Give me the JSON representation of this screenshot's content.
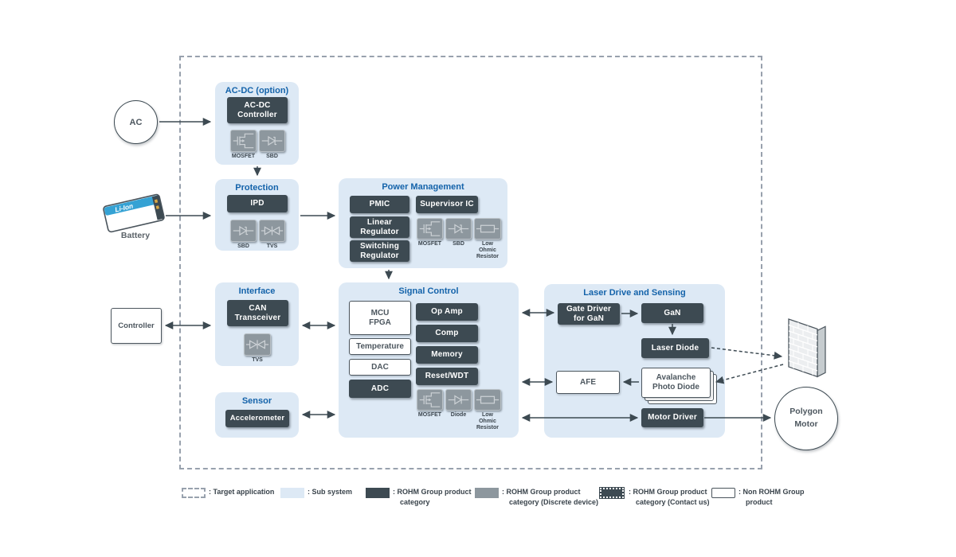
{
  "colors": {
    "subsystem_panel": "#dde9f5",
    "title_blue": "#1463aa",
    "rohm_dark": "#3d4a52",
    "discrete_gray": "#8d979e",
    "battery_blue": "#35a2d4"
  },
  "external": {
    "ac": "AC",
    "battery_label": "Battery",
    "battery_type": "Li-Ion",
    "controller": "Controller",
    "polygon_motor": "Polygon\nMotor"
  },
  "subsystems": {
    "acdc": {
      "title": "AC-DC (option)",
      "controller": "AC-DC\nController",
      "mosfet_label": "MOSFET",
      "sbd_label": "SBD"
    },
    "protection": {
      "title": "Protection",
      "ipd": "IPD",
      "sbd_label": "SBD",
      "tvs_label": "TVS"
    },
    "power": {
      "title": "Power Management",
      "pmic": "PMIC",
      "supervisor_ic": "Supervisor IC",
      "linear_regulator": "Linear\nRegulator",
      "switching_regulator": "Switching\nRegulator",
      "mosfet_label": "MOSFET",
      "sbd_label": "SBD",
      "low_ohmic_label": "Low\nOhmic\nResistor"
    },
    "interface": {
      "title": "Interface",
      "can_transceiver": "CAN\nTransceiver",
      "tvs_label": "TVS"
    },
    "sensor": {
      "title": "Sensor",
      "accelerometer": "Accelerometer"
    },
    "signal": {
      "title": "Signal Control",
      "mcu_fpga": "MCU\nFPGA",
      "temperature": "Temperature",
      "dac": "DAC",
      "adc": "ADC",
      "op_amp": "Op Amp",
      "comp": "Comp",
      "memory": "Memory",
      "reset_wdt": "Reset/WDT",
      "mosfet_label": "MOSFET",
      "diode_label": "Diode",
      "low_ohmic_label": "Low\nOhmic\nResistor"
    },
    "laser": {
      "title": "Laser Drive and Sensing",
      "gate_driver": "Gate Driver\nfor GaN",
      "gan": "GaN",
      "laser_diode": "Laser Diode",
      "afe": "AFE",
      "apd": "Avalanche\nPhoto Diode",
      "motor_driver": "Motor Driver"
    }
  },
  "legend": {
    "target_application": ": Target application",
    "sub_system": ": Sub system",
    "rohm_product": ": ROHM Group product\ncategory",
    "rohm_discrete": ": ROHM Group product\ncategory (Discrete device)",
    "rohm_contact": ": ROHM Group product\ncategory (Contact us)",
    "non_rohm": ": Non ROHM Group\nproduct"
  }
}
